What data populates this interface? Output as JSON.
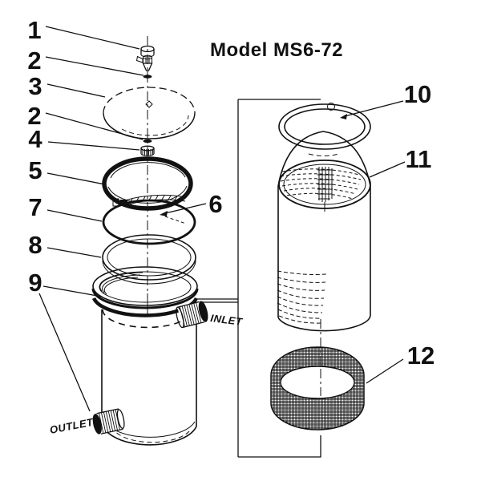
{
  "title": "Model MS6-72",
  "labels": {
    "inlet": "INLET",
    "outlet": "OUTLET"
  },
  "callouts": [
    {
      "text": "1"
    },
    {
      "text": "2"
    },
    {
      "text": "3"
    },
    {
      "text": "2"
    },
    {
      "text": "4"
    },
    {
      "text": "5"
    },
    {
      "text": "6"
    },
    {
      "text": "7"
    },
    {
      "text": "8"
    },
    {
      "text": "9"
    },
    {
      "text": "10"
    },
    {
      "text": "11"
    },
    {
      "text": "12"
    }
  ]
}
